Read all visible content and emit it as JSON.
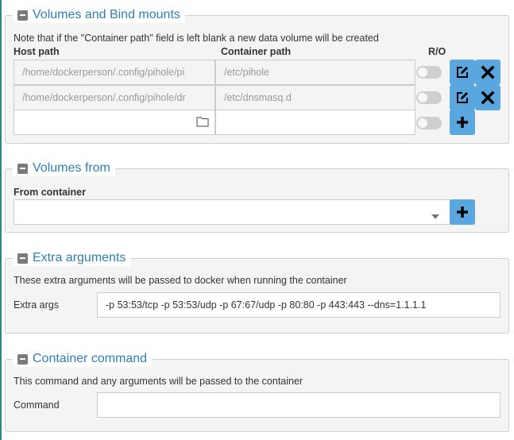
{
  "volumes": {
    "title": "Volumes and Bind mounts",
    "note": "Note that if the \"Container path\" field is left blank a new data volume will be created",
    "host_header": "Host path",
    "container_header": "Container path",
    "ro_header": "R/O",
    "rows": [
      {
        "host": "/home/dockerperson/.config/pihole/pi",
        "container": "/etc/pihole",
        "read_only": false
      },
      {
        "host": "/home/dockerperson/.config/pihole/dr",
        "container": "/etc/dnsmasq.d",
        "read_only": false
      }
    ],
    "new_row": {
      "host": "",
      "container": "",
      "read_only": false
    }
  },
  "volumes_from": {
    "title": "Volumes from",
    "label": "From container",
    "selected": ""
  },
  "extra_arguments": {
    "title": "Extra arguments",
    "note": "These extra arguments will be passed to docker when running the container",
    "label": "Extra args",
    "value": "-p 53:53/tcp -p 53:53/udp -p 67:67/udp -p 80:80 -p 443:443 --dns=1.1.1.1"
  },
  "container_command": {
    "title": "Container command",
    "note": "This command and any arguments will be passed to the container",
    "label": "Command",
    "value": ""
  },
  "icons": [
    "collapse-icon",
    "edit-icon",
    "delete-icon",
    "add-icon",
    "folder-icon",
    "dropdown-caret-icon"
  ],
  "colors": {
    "accent": "#2f7fb5",
    "button": "#5aa6de",
    "left_bar": "#2a8a88"
  }
}
